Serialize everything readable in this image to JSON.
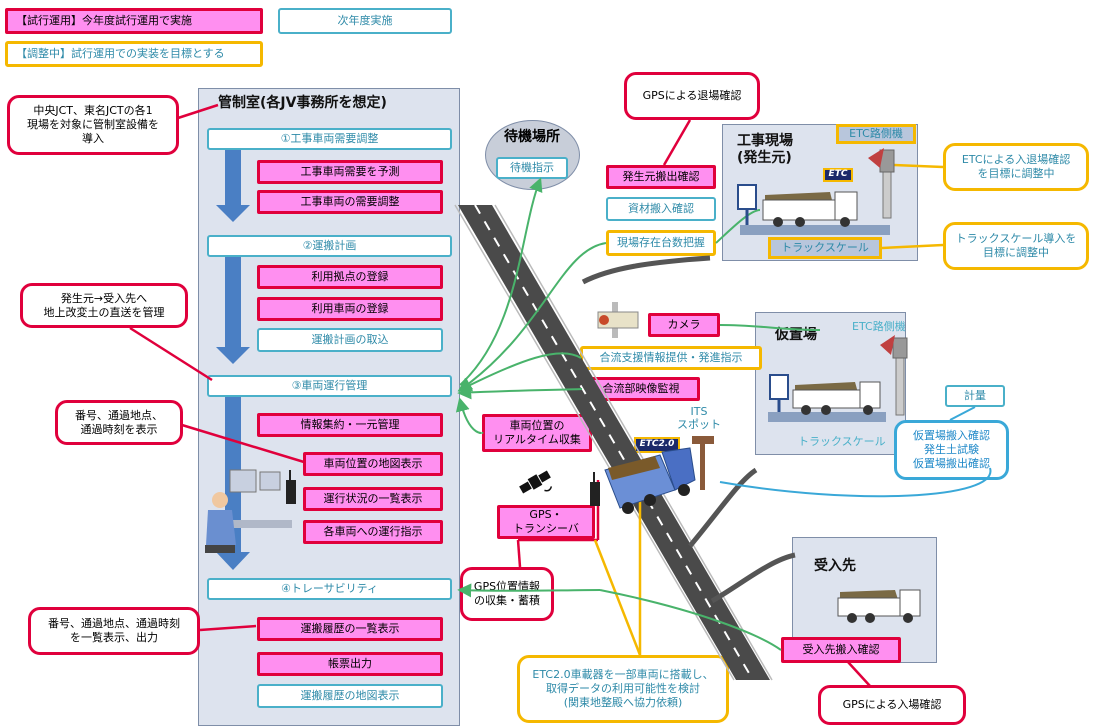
{
  "legend": {
    "trial_current": "【試行運用】今年度試行運用で実施",
    "next_year": "次年度実施",
    "adjusting": "【調整中】試行運用での実装を目標とする"
  },
  "control_room": {
    "title": "管制室(各JV事務所を想定)",
    "sections": [
      {
        "label": "①工事車両需要調整",
        "items": [
          "工事車両需要を予測",
          "工事車両の需要調整"
        ]
      },
      {
        "label": "②運搬計画",
        "items": [
          "利用拠点の登録",
          "利用車両の登録",
          "運搬計画の取込"
        ]
      },
      {
        "label": "③車両運行管理",
        "items": [
          "情報集約・一元管理",
          "車両位置の地図表示",
          "運行状況の一覧表示",
          "各車両への運行指示"
        ]
      },
      {
        "label": "④トレーサビリティ",
        "items": [
          "運搬履歴の一覧表示",
          "帳票出力",
          "運搬履歴の地図表示"
        ]
      }
    ]
  },
  "callouts": {
    "jct": "中央JCT、東名JCTの各1\n現場を対象に管制室設備を\n導入",
    "direct": "発生元→受入先へ\n地上改変土の直送を管理",
    "number_map": "番号、通過地点、\n通過時刻を表示",
    "number_list": "番号、通過地点、通過時刻\nを一覧表示、出力",
    "gps_exit": "GPSによる退場確認",
    "gps_enter": "GPSによる入場確認",
    "etc_in_out": "ETCによる入退場確認\nを目標に調整中",
    "truck_scale_intro": "トラックスケール導入を\n目標に調整中",
    "etc20": "ETC2.0車載器を一部車両に搭載し、\n取得データの利用可能性を検討\n(関東地整殿へ協力依頼)",
    "gps_collect": "GPS位置情報\nの収集・蓄積",
    "temp_site_checks": "仮置場搬入確認\n発生土試験\n仮置場搬出確認"
  },
  "waiting": {
    "title": "待機場所",
    "instruction": "待機指示"
  },
  "field": {
    "exit_confirm": "発生元搬出確認",
    "material_confirm": "資材搬入確認",
    "onsite_count": "現場存在台数把握",
    "camera": "カメラ",
    "merge_support": "合流支援情報提供・発進指示",
    "merge_monitor": "合流部映像監視",
    "realtime": "車両位置の\nリアルタイム収集",
    "gps_transceiver": "GPS・\nトランシーバ",
    "its": "ITS\nスポット",
    "etc20_tag": "ETC2.0",
    "receive_confirm": "受入先搬入確認"
  },
  "sites": {
    "origin_title": "工事現場\n(発生元)",
    "origin_etc_gate": "ETC路側機",
    "origin_etc_tag": "ETC",
    "origin_scale": "トラックスケール",
    "temp_title": "仮置場",
    "temp_etc_gate": "ETC路側機",
    "temp_scale": "トラックスケール",
    "temp_measure": "計量",
    "dest_title": "受入先"
  },
  "colors": {
    "magenta_fill": "#ff8ff0",
    "red_border": "#e0003c",
    "cyan_border": "#4ab0c9",
    "yellow_border": "#f5b800",
    "arrow_green": "#49b36b",
    "panel_fill": "#dde3ee"
  },
  "icons": [
    "down-arrow-icon",
    "satellite-icon",
    "camera-icon",
    "truck-icon",
    "operator-icon",
    "radio-icon",
    "its-spot-icon"
  ]
}
